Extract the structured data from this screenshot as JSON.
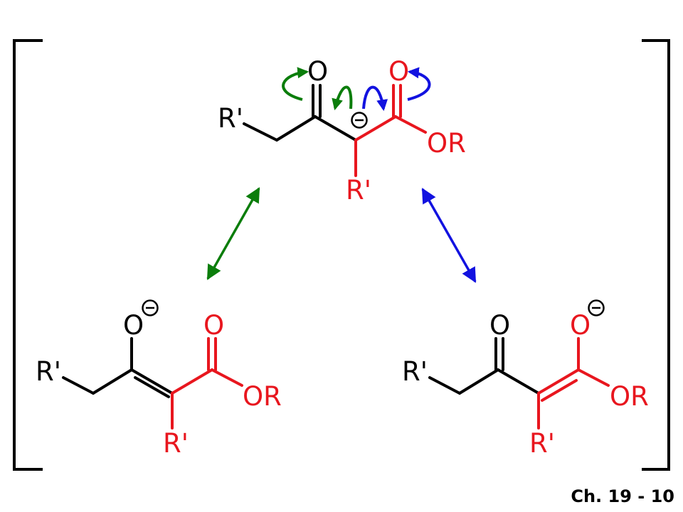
{
  "colors": {
    "black": "#000000",
    "red": "#e8161e",
    "green": "#0b7d0b",
    "blue": "#1212e0"
  },
  "labels": {
    "oxygen": "O",
    "r_prime": "R'",
    "alkoxy": "OR",
    "charge": "−"
  },
  "footer": {
    "text": "Ch. 19 - 10"
  }
}
